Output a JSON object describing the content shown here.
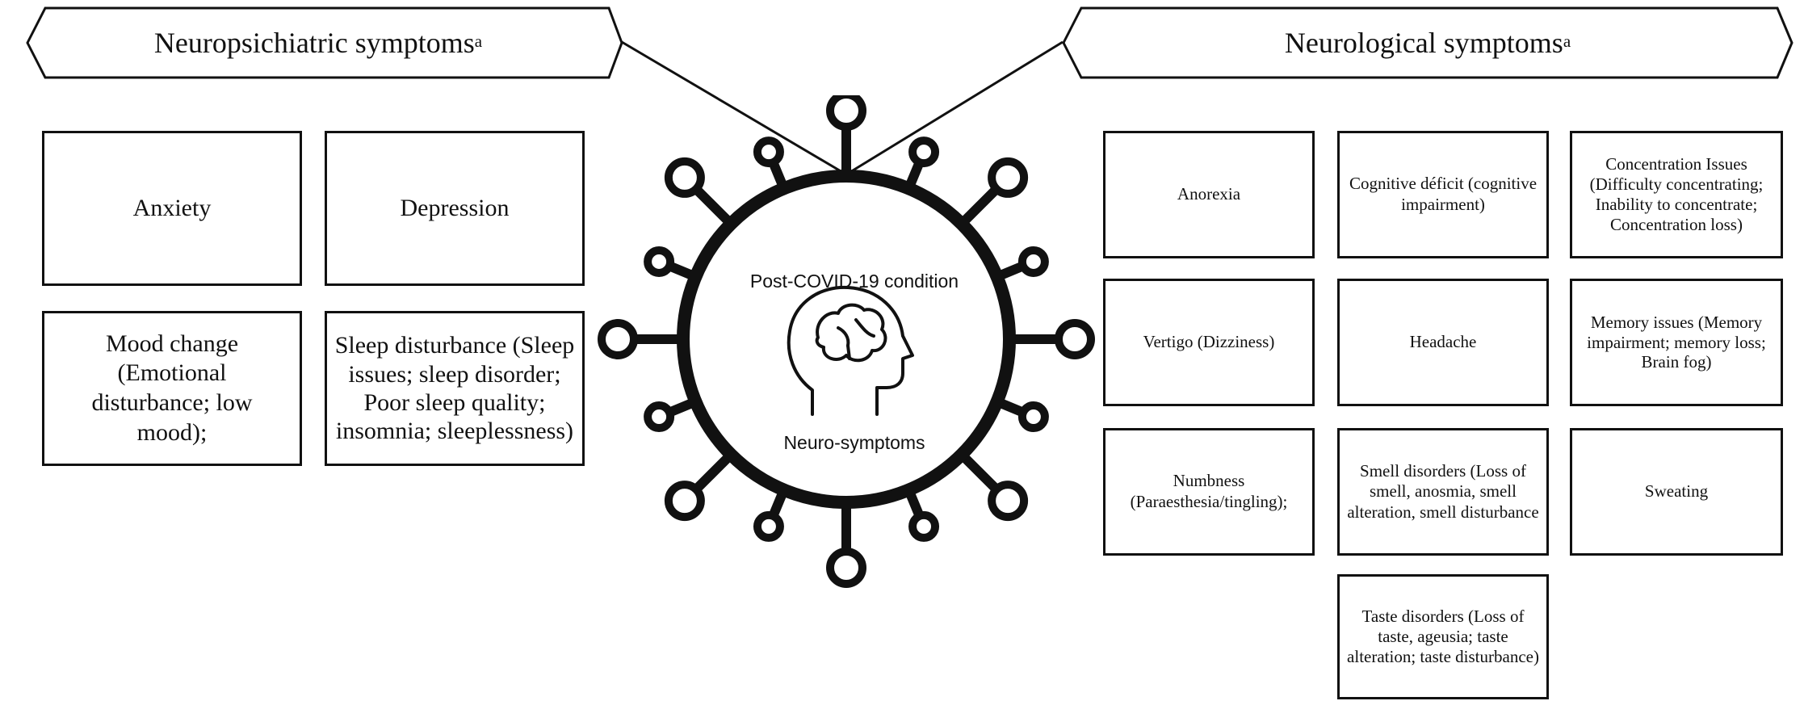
{
  "left_banner": {
    "title": "Neuropsichiatric symptoms",
    "sup": "a"
  },
  "right_banner": {
    "title": "Neurological symptoms",
    "sup": "a"
  },
  "center": {
    "title": "Post-COVID-19 condition",
    "subtitle": "Neuro-symptoms"
  },
  "neuropsychiatric": [
    "Anxiety",
    "Depression",
    "Mood change (Emotional disturbance; low mood);",
    "Sleep disturbance (Sleep issues; sleep disorder; Poor sleep quality; insomnia; sleeplessness)"
  ],
  "neurological": [
    "Anorexia",
    "Cognitive déficit (cognitive impairment)",
    "Concentration Issues (Difficulty concentrating; Inability to concentrate; Concentration loss)",
    "Vertigo (Dizziness)",
    "Headache",
    "Memory issues (Memory impairment; memory loss; Brain fog)",
    "Numbness (Paraesthesia/tingling);",
    "Smell disorders (Loss of smell, anosmia, smell alteration, smell disturbance",
    "Sweating",
    "Taste disorders (Loss of taste, ageusia; taste alteration; taste disturbance)"
  ]
}
